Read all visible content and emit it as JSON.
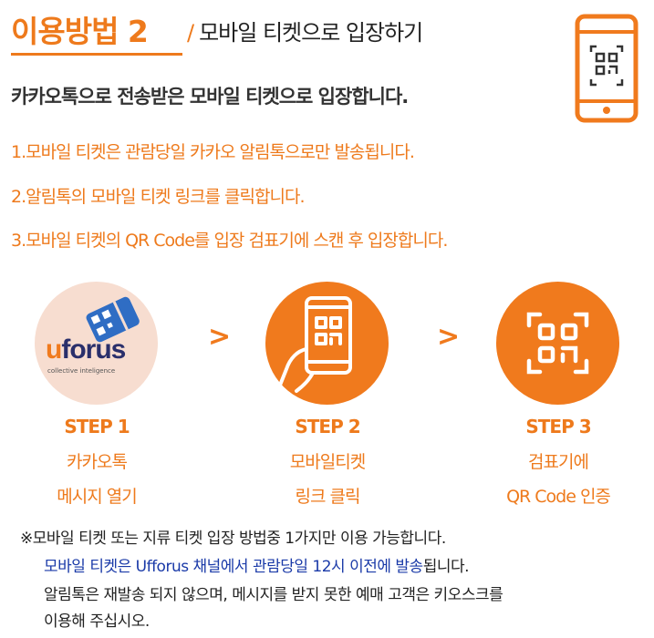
{
  "header": {
    "title": "이용방법 2",
    "slash": "/",
    "subtitle_right": "모바일 티켓으로 입장하기"
  },
  "subtitle": "카카오톡으로 전송받은 모바일 티켓으로  입장합니다.",
  "instructions": [
    "1.모바일 티켓은 관람당일 카카오 알림톡으로만 발송됩니다.",
    "2.알림톡의 모바일 티켓 링크를 클릭합니다.",
    "3.모바일 티켓의 QR Code를  입장 검표기에 스캔 후 입장합니다."
  ],
  "steps": [
    {
      "label": "STEP 1",
      "line1": "카카오톡",
      "line2": "메시지 열기",
      "logo_u": "u",
      "logo_rest": "forus",
      "tagline": "collective inteligence"
    },
    {
      "label": "STEP 2",
      "line1": "모바일티켓",
      "line2": "링크  클릭"
    },
    {
      "label": "STEP 3",
      "line1": "검표기에",
      "line2": "QR Code 인증"
    }
  ],
  "arrow": ">",
  "notes": {
    "line1": "※모바일 티켓  또는 지류 티켓  입장  방법중 1가지만 이용  가능합니다.",
    "line2_blue": "모바일 티켓은  Ufforus 채널에서 관람당일 12시 이전에 발송",
    "line2_black": "됩니다.",
    "line3": "알림톡은 재발송 되지 않으며,  메시지를 받지 못한  예매 고객은  키오스크를",
    "line4": "이용해 주십시오."
  },
  "colors": {
    "accent": "#f07a1d",
    "blue": "#1a3aa8",
    "text": "#222222"
  }
}
